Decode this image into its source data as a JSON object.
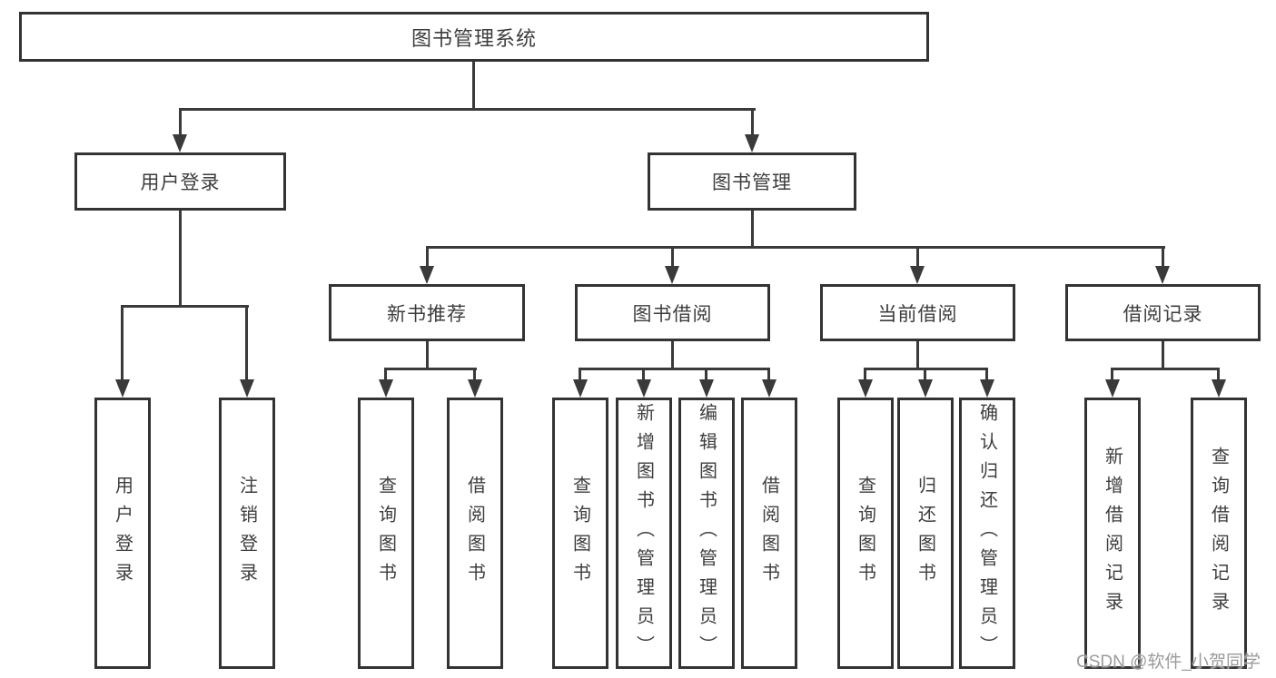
{
  "diagram": {
    "root": {
      "label": "图书管理系统"
    },
    "branches": [
      {
        "label": "用户登录",
        "children": [
          {
            "label": "用户登录"
          },
          {
            "label": "注销登录"
          }
        ]
      },
      {
        "label": "图书管理",
        "children": [
          {
            "label": "新书推荐",
            "children": [
              {
                "label": "查询图书"
              },
              {
                "label": "借阅图书"
              }
            ]
          },
          {
            "label": "图书借阅",
            "children": [
              {
                "label": "查询图书"
              },
              {
                "label": "新增图书（管理员）"
              },
              {
                "label": "编辑图书（管理员）"
              },
              {
                "label": "借阅图书"
              }
            ]
          },
          {
            "label": "当前借阅",
            "children": [
              {
                "label": "查询图书"
              },
              {
                "label": "归还图书"
              },
              {
                "label": "确认归还（管理员）"
              }
            ]
          },
          {
            "label": "借阅记录",
            "children": [
              {
                "label": "新增借阅记录"
              },
              {
                "label": "查询借阅记录"
              }
            ]
          }
        ]
      }
    ],
    "watermark": "CSDN @软件_小贺同学",
    "colors": {
      "line": "#3a3a3a",
      "text": "#3d3d3d",
      "watermark": "#9b9b9b",
      "background": "#ffffff"
    }
  }
}
